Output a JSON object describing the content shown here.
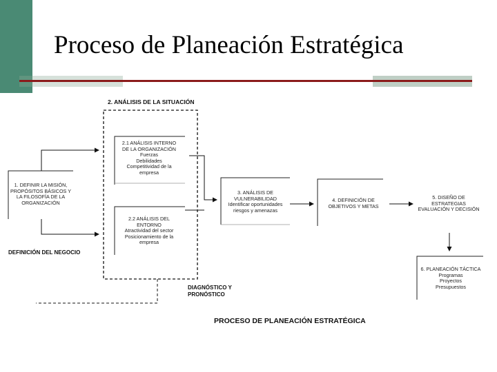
{
  "slide": {
    "title": "Proceso de Planeación Estratégica",
    "footer": "PROCESO DE PLANEACIÓN ESTRATÉGICA"
  },
  "diagram": {
    "situation_heading": "2. ANÁLISIS DE LA SITUACIÓN",
    "mission": [
      "1. DEFINIR LA MISIÓN,",
      "PROPÓSITOS BÁSICOS Y",
      "LA FILOSOFÍA DE LA",
      "ORGANIZACIÓN"
    ],
    "internal": [
      "2.1 ANÁLISIS INTERNO",
      "DE LA ORGANIZACIÓN",
      "Fuerzas",
      "Debilidades",
      "Competitividad de la",
      "empresa"
    ],
    "environment": [
      "2.2 ANÁLISIS DEL",
      "ENTORNO",
      "Atractividad del sector",
      "Posicionamiento de la",
      "empresa"
    ],
    "vulnerability": [
      "3. ANÁLISIS DE",
      "VULNERABILIDAD",
      "Identificar oportunidades",
      "riesgos y amenazas"
    ],
    "objectives": [
      "4. DEFINICIÓN DE",
      "OBJETIVOS Y METAS"
    ],
    "strategy": [
      "5. DISEÑO DE",
      "ESTRATEGIAS",
      "EVALUACIÓN Y DECISIÓN"
    ],
    "tactical": [
      "6. PLANEACIÓN TÁCTICA",
      "Programas",
      "Proyectos",
      "Presupuestos"
    ],
    "business_def": "DEFINICIÓN DEL NEGOCIO",
    "diagnosis": [
      "DIAGNÓSTICO Y",
      "PRONÓSTICO"
    ]
  }
}
